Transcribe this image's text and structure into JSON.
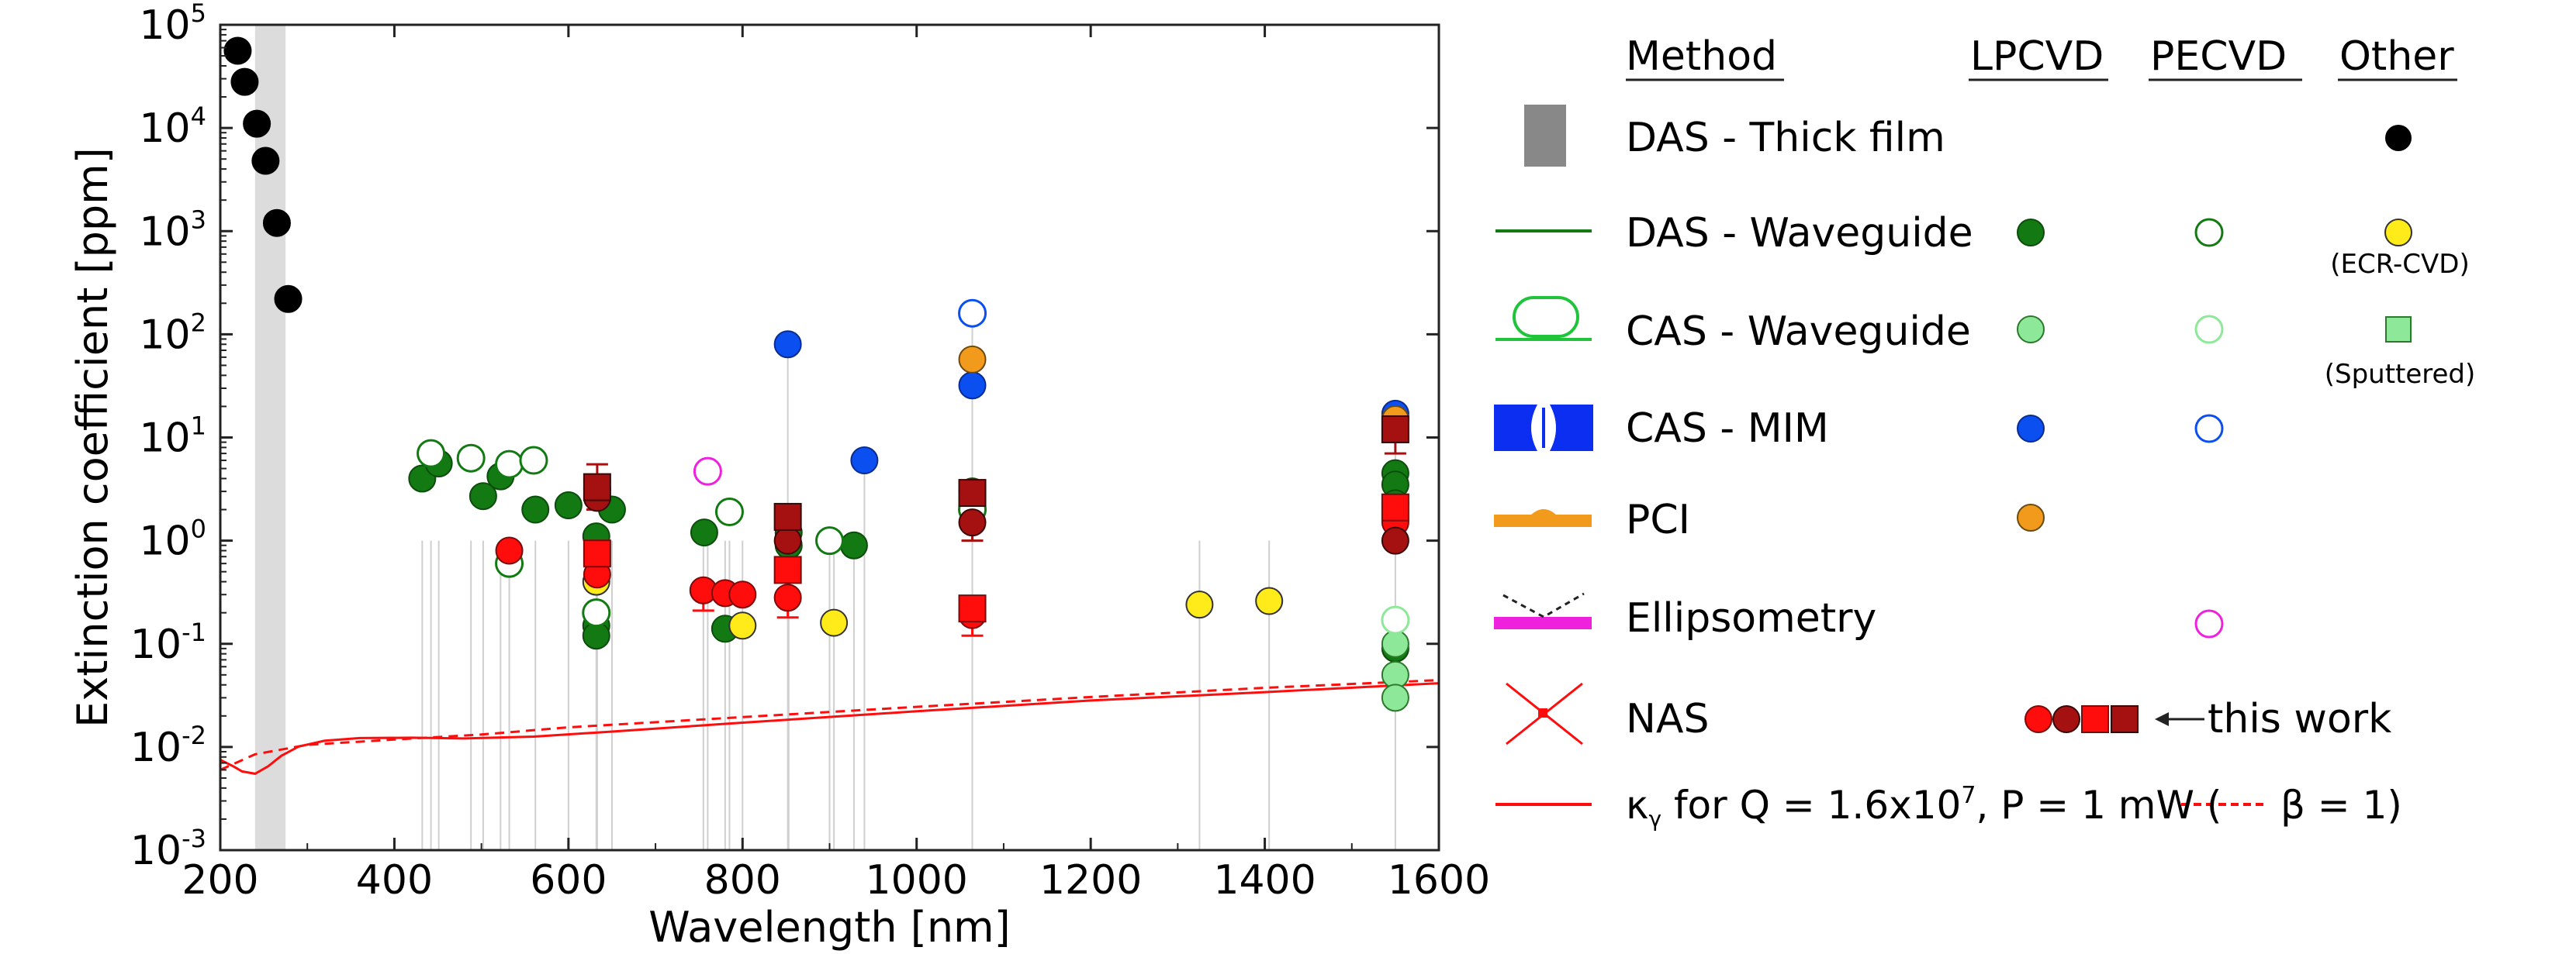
{
  "figure": {
    "legend_headers": [
      "Method",
      "LPCVD",
      "PECVD",
      "Other"
    ],
    "legend_rows": [
      {
        "id": "das-thick",
        "label": "DAS - Thick film"
      },
      {
        "id": "das-wg",
        "label": "DAS - Waveguide"
      },
      {
        "id": "cas-wg",
        "label": "CAS - Waveguide"
      },
      {
        "id": "cas-mim",
        "label": "CAS - MIM"
      },
      {
        "id": "pci",
        "label": "PCI"
      },
      {
        "id": "ellips",
        "label": "Ellipsometry"
      },
      {
        "id": "nas",
        "label": "NAS"
      }
    ],
    "notes": {
      "ecr": "(ECR-CVD)",
      "sputtered": "(Sputtered)",
      "this_work": "this work"
    },
    "kappa_line": {
      "pre": "κ",
      "sub": "γ",
      "mid": " for Q = 1.6x10",
      "sup": "7",
      "post": ", P = 1 mW  (",
      "beta": "β = 1)"
    }
  },
  "colors": {
    "dark_green": "#137a13",
    "light_green": "#8ee89a",
    "blue": "#0b4ff0",
    "orange": "#f29a1c",
    "magenta": "#ee22dd",
    "yellow": "#ffeb1a",
    "red": "#ff0d0d",
    "dark_red": "#a51010",
    "black": "#000000",
    "gray_band": "#dcdcdc"
  },
  "chart_data": {
    "type": "scatter",
    "xlabel": "Wavelength [nm]",
    "ylabel": "Extinction coefficient [ppm]",
    "xlim": [
      200,
      1600
    ],
    "ylim": [
      0.001,
      100000
    ],
    "yscale": "log",
    "xticks": [
      200,
      400,
      600,
      800,
      1000,
      1200,
      1400,
      1600
    ],
    "yticks": [
      {
        "base": "10",
        "exp": "-3",
        "v": 0.001
      },
      {
        "base": "10",
        "exp": "-2",
        "v": 0.01
      },
      {
        "base": "10",
        "exp": "-1",
        "v": 0.1
      },
      {
        "base": "10",
        "exp": "0",
        "v": 1
      },
      {
        "base": "10",
        "exp": "1",
        "v": 10
      },
      {
        "base": "10",
        "exp": "2",
        "v": 100
      },
      {
        "base": "10",
        "exp": "3",
        "v": 1000
      },
      {
        "base": "10",
        "exp": "4",
        "v": 10000
      },
      {
        "base": "10",
        "exp": "5",
        "v": 100000
      }
    ],
    "shaded_band_x": [
      240,
      275
    ],
    "series": [
      {
        "id": "thick_other",
        "marker": "circle",
        "fill": "black",
        "stroke": "black",
        "points": [
          [
            220,
            56000
          ],
          [
            228,
            28000
          ],
          [
            242,
            11000
          ],
          [
            252,
            4800
          ],
          [
            265,
            1200
          ],
          [
            278,
            220
          ]
        ]
      },
      {
        "id": "das_wg_lpcvd",
        "marker": "circle",
        "fill": "dark_green",
        "stroke": "#0c4c0c",
        "points": [
          [
            432,
            4
          ],
          [
            451,
            5.6
          ],
          [
            502,
            2.7
          ],
          [
            522,
            4.2
          ],
          [
            562,
            2
          ],
          [
            600,
            2.2
          ],
          [
            632,
            1.1
          ],
          [
            632,
            0.2
          ],
          [
            632,
            0.15
          ],
          [
            632,
            0.12
          ],
          [
            633,
            3.2
          ],
          [
            650,
            2
          ],
          [
            756,
            1.2
          ],
          [
            780,
            0.14
          ],
          [
            853,
            1.2
          ],
          [
            853,
            0.9
          ],
          [
            928,
            0.9
          ],
          [
            1064,
            3
          ],
          [
            1064,
            2.2
          ],
          [
            1550,
            4.5
          ],
          [
            1550,
            3.5
          ],
          [
            1550,
            2.3
          ],
          [
            1550,
            0.09
          ]
        ]
      },
      {
        "id": "das_wg_pecvd",
        "marker": "circle",
        "fill": "white",
        "stroke": "dark_green",
        "points": [
          [
            442,
            7
          ],
          [
            488,
            6.3
          ],
          [
            532,
            5.5
          ],
          [
            560,
            6
          ],
          [
            532,
            0.6
          ],
          [
            632,
            0.2
          ],
          [
            785,
            1.9
          ],
          [
            900,
            1
          ],
          [
            1064,
            2
          ]
        ]
      },
      {
        "id": "cas_wg_lpcvd",
        "marker": "circle",
        "fill": "light_green",
        "stroke": "#2a7a2a",
        "points": [
          [
            1550,
            0.1
          ],
          [
            1550,
            0.05
          ],
          [
            1550,
            0.03
          ]
        ]
      },
      {
        "id": "cas_wg_pecvd",
        "marker": "circle",
        "fill": "white",
        "stroke": "light_green",
        "points": [
          [
            1550,
            0.17
          ]
        ]
      },
      {
        "id": "cas_mim_lpcvd",
        "marker": "circle",
        "fill": "blue",
        "stroke": "#0a2c90",
        "points": [
          [
            852,
            80
          ],
          [
            940,
            6
          ],
          [
            1064,
            32
          ],
          [
            1550,
            17
          ]
        ]
      },
      {
        "id": "cas_mim_pecvd",
        "marker": "circle",
        "fill": "white",
        "stroke": "blue",
        "points": [
          [
            1064,
            160
          ]
        ]
      },
      {
        "id": "pci_lpcvd",
        "marker": "circle",
        "fill": "orange",
        "stroke": "#6a4a10",
        "points": [
          [
            1064,
            57
          ],
          [
            1550,
            15
          ]
        ]
      },
      {
        "id": "ellips_pecvd",
        "marker": "circle",
        "fill": "white",
        "stroke": "magenta",
        "points": [
          [
            760,
            4.7
          ]
        ]
      },
      {
        "id": "ecr_cvd_other",
        "marker": "circle",
        "fill": "yellow",
        "stroke": "#333333",
        "points": [
          [
            632,
            0.4
          ],
          [
            800,
            0.15
          ],
          [
            905,
            0.16
          ],
          [
            1325,
            0.24
          ],
          [
            1405,
            0.26
          ]
        ]
      },
      {
        "id": "nas_red_circle",
        "marker": "circle",
        "fill": "red",
        "stroke": "#7a0a0a",
        "points": [
          [
            532,
            0.8
          ],
          [
            633,
            0.47
          ],
          [
            755,
            0.33
          ],
          [
            780,
            0.31
          ],
          [
            800,
            0.3
          ],
          [
            852,
            0.28
          ],
          [
            1064,
            0.19
          ],
          [
            1550,
            1.5
          ]
        ]
      },
      {
        "id": "nas_dark_circle",
        "marker": "circle",
        "fill": "dark_red",
        "stroke": "#3a0808",
        "points": [
          [
            633,
            2.6
          ],
          [
            852,
            1.0
          ],
          [
            1064,
            1.5
          ],
          [
            1550,
            1.0
          ]
        ]
      },
      {
        "id": "nas_red_square",
        "marker": "square",
        "fill": "red",
        "stroke": "#7a0a0a",
        "points": [
          [
            633,
            0.75
          ],
          [
            852,
            0.52
          ],
          [
            1064,
            0.22
          ],
          [
            1550,
            2.1
          ]
        ]
      },
      {
        "id": "nas_dark_square",
        "marker": "square",
        "fill": "dark_red",
        "stroke": "#3a0808",
        "points": [
          [
            633,
            3.3
          ],
          [
            852,
            1.7
          ],
          [
            1064,
            2.9
          ],
          [
            1550,
            12
          ]
        ]
      }
    ],
    "vertical_drop_lines_x": [
      432,
      442,
      451,
      488,
      502,
      522,
      532,
      562,
      600,
      632,
      633,
      650,
      755,
      760,
      780,
      785,
      800,
      852,
      853,
      900,
      905,
      928,
      940,
      1064,
      1325,
      1405,
      1550
    ],
    "error_bars": [
      {
        "x": 633,
        "low": 2.0,
        "high": 5.5,
        "color": "dark_red"
      },
      {
        "x": 755,
        "low": 0.21,
        "high": 0.37,
        "color": "red"
      },
      {
        "x": 852,
        "low": 0.18,
        "high": 0.32,
        "color": "red"
      },
      {
        "x": 1064,
        "low": 1.0,
        "high": 1.9,
        "color": "dark_red"
      },
      {
        "x": 1064,
        "low": 0.12,
        "high": 0.22,
        "color": "red"
      },
      {
        "x": 1550,
        "low": 7,
        "high": 16,
        "color": "dark_red"
      }
    ],
    "curves": [
      {
        "id": "kappa_gamma",
        "style": "solid",
        "color": "red",
        "points": [
          [
            200,
            0.0075
          ],
          [
            215,
            0.0065
          ],
          [
            225,
            0.0058
          ],
          [
            240,
            0.0055
          ],
          [
            255,
            0.0065
          ],
          [
            270,
            0.0082
          ],
          [
            290,
            0.0101
          ],
          [
            320,
            0.0115
          ],
          [
            360,
            0.0122
          ],
          [
            420,
            0.0123
          ],
          [
            480,
            0.0121
          ],
          [
            560,
            0.0126
          ],
          [
            650,
            0.0141
          ],
          [
            800,
            0.0172
          ],
          [
            1000,
            0.0222
          ],
          [
            1200,
            0.0282
          ],
          [
            1400,
            0.034
          ],
          [
            1600,
            0.0415
          ]
        ]
      },
      {
        "id": "kappa_gamma_beta1",
        "style": "dashed",
        "color": "red",
        "points": [
          [
            200,
            0.006
          ],
          [
            240,
            0.0085
          ],
          [
            300,
            0.0105
          ],
          [
            400,
            0.0118
          ],
          [
            500,
            0.0132
          ],
          [
            600,
            0.0155
          ],
          [
            800,
            0.0195
          ],
          [
            1000,
            0.0245
          ],
          [
            1200,
            0.0305
          ],
          [
            1400,
            0.0375
          ],
          [
            1600,
            0.0445
          ]
        ]
      }
    ]
  }
}
